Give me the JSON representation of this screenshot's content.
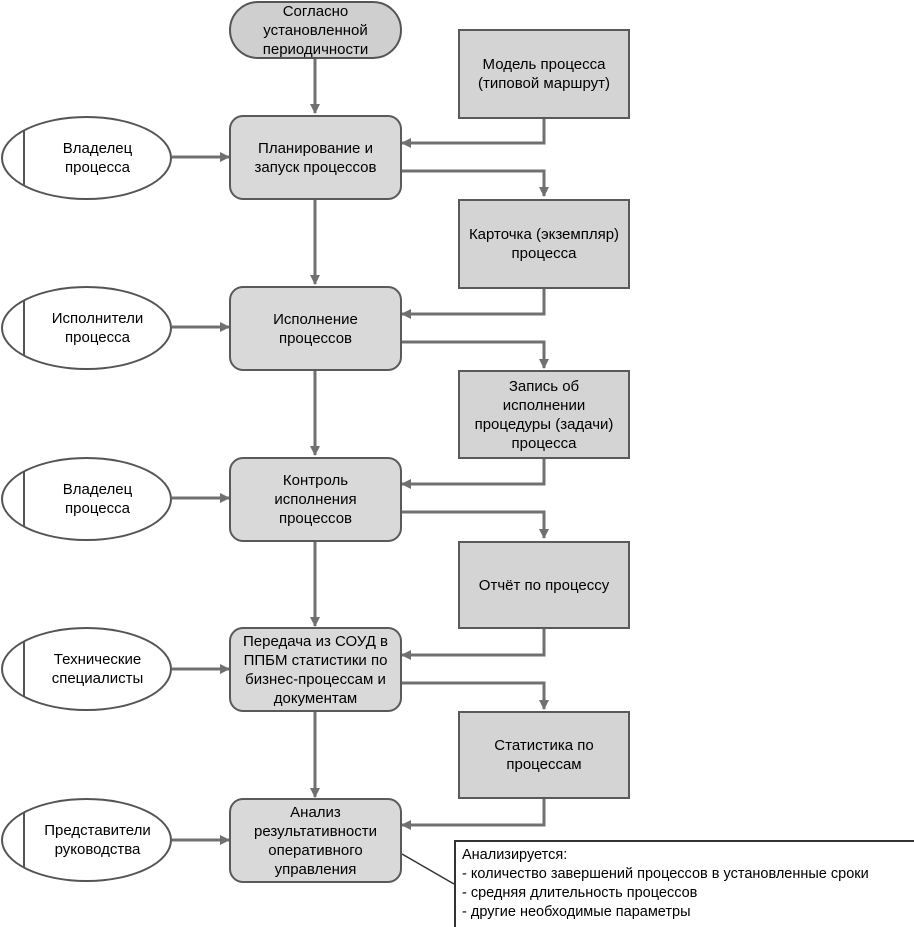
{
  "start": {
    "label": "Согласно\nустановленной\nпериодичности"
  },
  "steps": [
    {
      "label": "Планирование и\nзапуск процессов"
    },
    {
      "label": "Исполнение\nпроцессов"
    },
    {
      "label": "Контроль\nисполнения\nпроцессов"
    },
    {
      "label": "Передача из СОУД в\nППБМ статистики по\nбизнес-процессам и\nдокументам"
    },
    {
      "label": "Анализ\nрезультативности\nоперативного\nуправления"
    }
  ],
  "actors": [
    {
      "label": "Владелец\nпроцесса"
    },
    {
      "label": "Исполнители\nпроцесса"
    },
    {
      "label": "Владелец\nпроцесса"
    },
    {
      "label": "Технические\nспециалисты"
    },
    {
      "label": "Представители\nруководства"
    }
  ],
  "documents": [
    {
      "label": "Модель процесса\n(типовой маршрут)"
    },
    {
      "label": "Карточка (экземпляр)\nпроцесса"
    },
    {
      "label": "Запись об\nисполнении\nпроцедуры (задачи)\nпроцесса"
    },
    {
      "label": "Отчёт по процессу"
    },
    {
      "label": "Статистика по\nпроцессам"
    }
  ],
  "note": {
    "title": "Анализируется:",
    "items": [
      "- количество завершений процессов в установленные сроки",
      "- средняя длительность процессов",
      "- другие необходимые параметры"
    ]
  },
  "colors": {
    "box_fill": "#d9d9d9",
    "line": "#707070",
    "border": "#5a5a5a"
  }
}
